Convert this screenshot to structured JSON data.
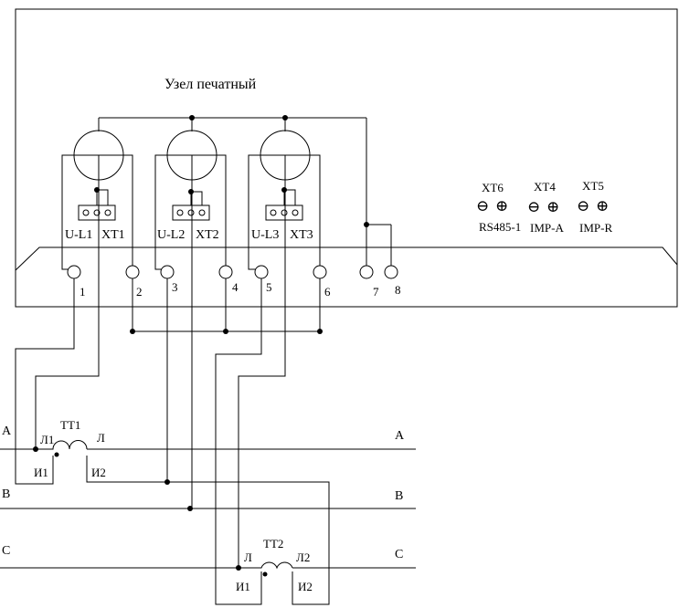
{
  "title": "Узел печатный",
  "meters": [
    {
      "phase_label": "U-L1",
      "connector_label": "XT1"
    },
    {
      "phase_label": "U-L2",
      "connector_label": "XT2"
    },
    {
      "phase_label": "U-L3",
      "connector_label": "XT3"
    }
  ],
  "terminal_numbers": [
    "1",
    "2",
    "3",
    "4",
    "5",
    "6",
    "7",
    "8"
  ],
  "interfaces": [
    {
      "connector": "XT6",
      "signal": "RS485-1",
      "minus": "⊖",
      "plus": "⊕"
    },
    {
      "connector": "XT4",
      "signal": "IMP-A",
      "minus": "⊖",
      "plus": "⊕"
    },
    {
      "connector": "XT5",
      "signal": "IMP-R",
      "minus": "⊖",
      "plus": "⊕"
    }
  ],
  "phases": {
    "left": [
      "A",
      "B",
      "C"
    ],
    "right": [
      "A",
      "B",
      "C"
    ]
  },
  "transformers": [
    {
      "name": "ТТ1",
      "primary_in": "Л1",
      "primary_out": "Л",
      "secondary_in": "И1",
      "secondary_out": "И2"
    },
    {
      "name": "ТТ2",
      "primary_in": "Л",
      "primary_out": "Л2",
      "secondary_in": "И1",
      "secondary_out": "И2"
    }
  ],
  "colors": {
    "line": "#000000",
    "background": "#ffffff"
  }
}
